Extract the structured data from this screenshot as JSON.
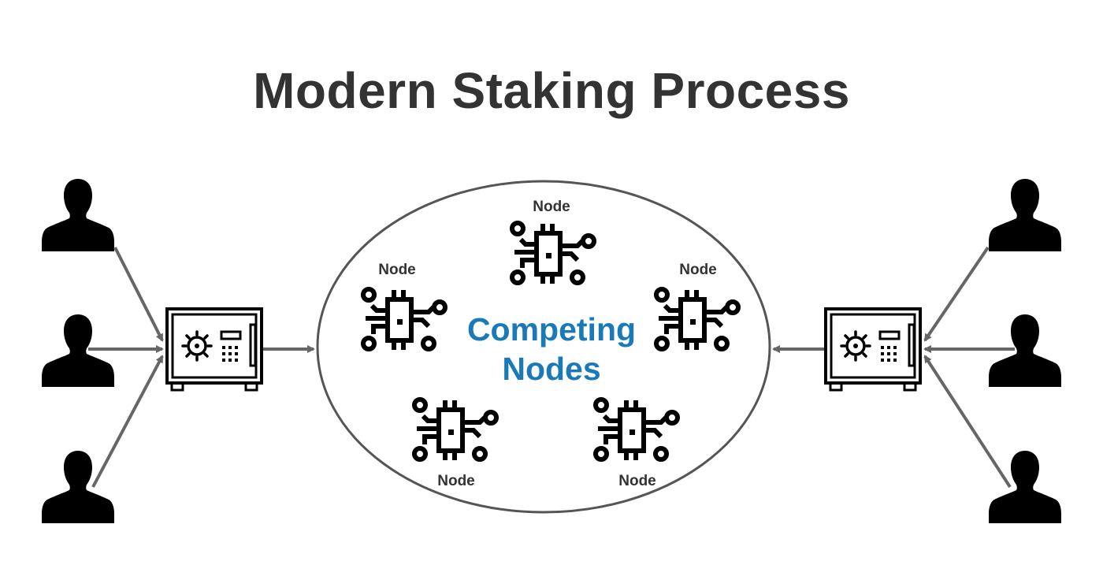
{
  "title": "Modern Staking Process",
  "center_label": [
    "Competing",
    "Nodes"
  ],
  "node_label": "Node",
  "nodes": [
    {
      "label": "Node"
    },
    {
      "label": "Node"
    },
    {
      "label": "Node"
    },
    {
      "label": "Node"
    },
    {
      "label": "Node"
    }
  ],
  "colors": {
    "title": "#333333",
    "accent": "#1a7ab8",
    "icon": "#000000",
    "arrow": "#666666",
    "ellipse": "#555555"
  }
}
